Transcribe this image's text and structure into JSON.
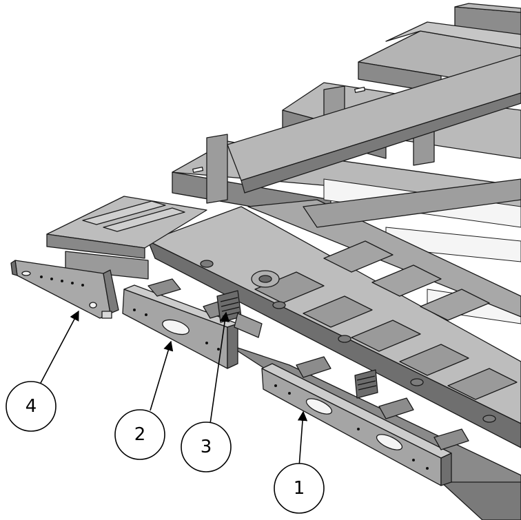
{
  "diagram": {
    "subject": "trailer-chassis-isometric",
    "callouts": [
      {
        "id": "callout-1",
        "label": "1"
      },
      {
        "id": "callout-2",
        "label": "2"
      },
      {
        "id": "callout-3",
        "label": "3"
      },
      {
        "id": "callout-4",
        "label": "4"
      }
    ]
  },
  "colors": {
    "steel_light": "#c4c4c4",
    "steel_mid": "#a7a7a7",
    "steel_dark": "#7e7e7e",
    "steel_shadow": "#5c5c5c",
    "cutout": "#f4f4f4",
    "edge": "#1a1a1a"
  }
}
